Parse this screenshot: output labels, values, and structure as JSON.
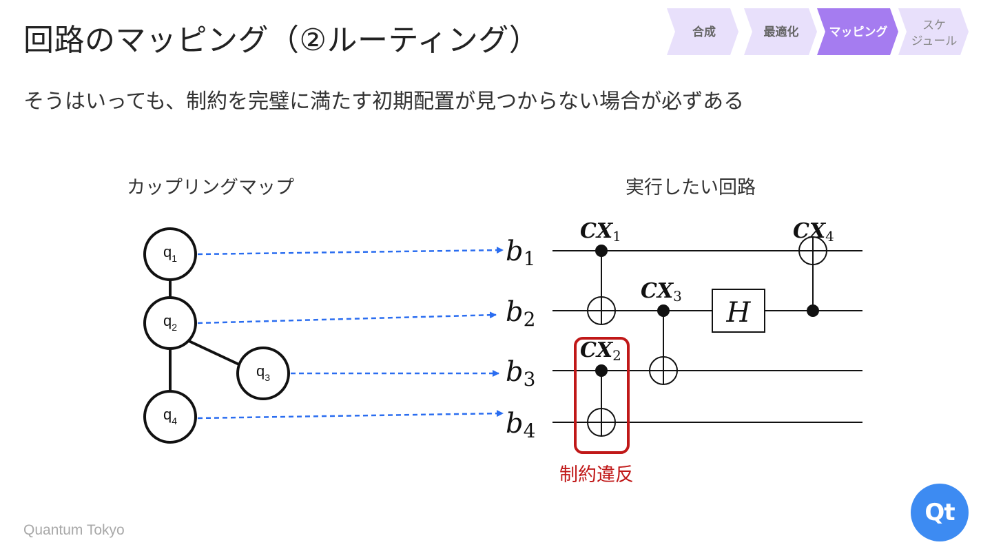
{
  "title": "回路のマッピング（②ルーティング）",
  "subtitle": "そうはいっても、制約を完璧に満たす初期配置が見つからない場合が必ずある",
  "steps": [
    {
      "label": "合成",
      "active": false
    },
    {
      "label": "最適化",
      "active": false
    },
    {
      "label": "マッピング",
      "active": true
    },
    {
      "label_lines": [
        "スケ",
        "ジュール"
      ],
      "active": false
    }
  ],
  "colors": {
    "step_inactive": "#e8e0fb",
    "step_active": "#a57cf0",
    "step_inactive_text": "#666666",
    "arrow": "#2a6df0",
    "violation": "#c01818",
    "logo": "#3d8bf2"
  },
  "coupling_map": {
    "caption": "カップリングマップ",
    "nodes": [
      {
        "id": "q1",
        "label": "q",
        "sub": "1"
      },
      {
        "id": "q2",
        "label": "q",
        "sub": "2"
      },
      {
        "id": "q3",
        "label": "q",
        "sub": "3"
      },
      {
        "id": "q4",
        "label": "q",
        "sub": "4"
      }
    ],
    "edges": [
      [
        "q1",
        "q2"
      ],
      [
        "q2",
        "q3"
      ],
      [
        "q2",
        "q4"
      ]
    ]
  },
  "mapping": [
    [
      "q1",
      "b1"
    ],
    [
      "q2",
      "b2"
    ],
    [
      "q3",
      "b3"
    ],
    [
      "q4",
      "b4"
    ]
  ],
  "circuit": {
    "caption": "実行したい回路",
    "wires": [
      {
        "label": "b",
        "sub": "1"
      },
      {
        "label": "b",
        "sub": "2"
      },
      {
        "label": "b",
        "sub": "3"
      },
      {
        "label": "b",
        "sub": "4"
      }
    ],
    "gates": [
      {
        "label": "CX",
        "sub": "1",
        "type": "cx",
        "control": "b1",
        "target": "b2"
      },
      {
        "label": "CX",
        "sub": "2",
        "type": "cx",
        "control": "b3",
        "target": "b4",
        "violation": true
      },
      {
        "label": "CX",
        "sub": "3",
        "type": "cx",
        "control": "b2",
        "target": "b3"
      },
      {
        "label": "H",
        "type": "h",
        "wire": "b2"
      },
      {
        "label": "CX",
        "sub": "4",
        "type": "cx",
        "control": "b2",
        "target": "b1"
      }
    ]
  },
  "violation_label": "制約違反",
  "footer": "Quantum Tokyo",
  "logo_text": "Qt"
}
